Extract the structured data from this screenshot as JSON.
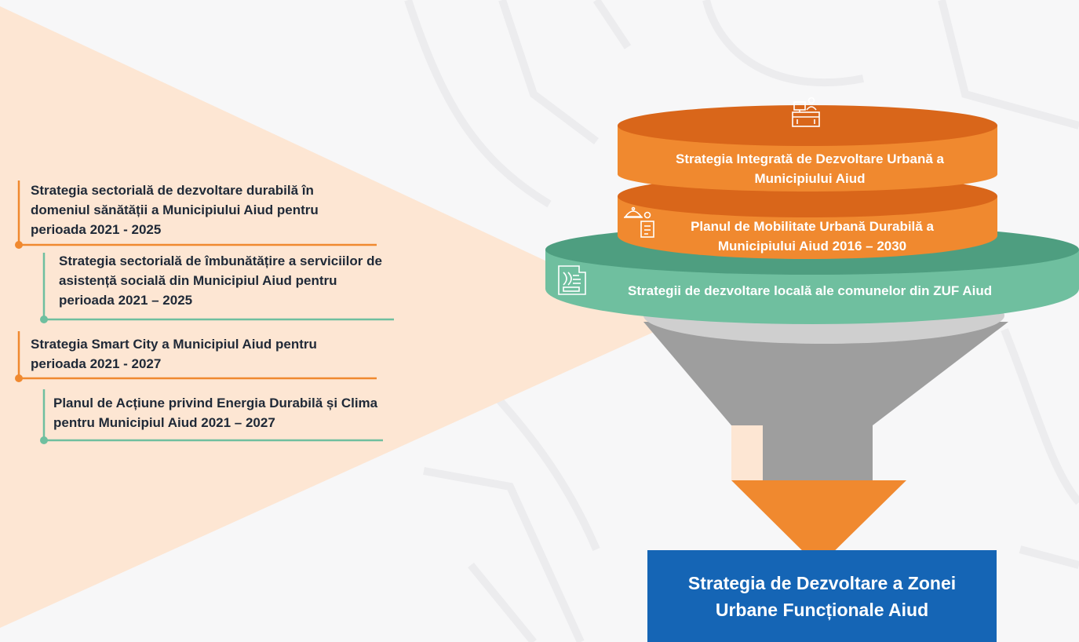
{
  "diagram": {
    "side_list": [
      {
        "text": "Strategia sectorială de dezvoltare durabilă în domeniul sănătății a Municipiului Aiud pentru perioada 2021 - 2025",
        "accent": "#f0892f"
      },
      {
        "text": "Strategia sectorială de îmbunătățire a serviciilor de asistență socială din Municipiul Aiud pentru perioada 2021 – 2025",
        "accent": "#6fbf9f"
      },
      {
        "text": "Strategia Smart City a Municipiul Aiud pentru perioada 2021 - 2027",
        "accent": "#f0892f"
      },
      {
        "text": "Planul de Acțiune privind Energia Durabilă și Clima pentru Municipiul Aiud 2021 – 2027",
        "accent": "#6fbf9f"
      }
    ],
    "funnel_layers": [
      {
        "label": "Strategia Integrată de Dezvoltare Urbană a Municipiului Aiud",
        "icon": "office-desk-icon",
        "color": "#e8772b"
      },
      {
        "label": "Planul de Mobilitate Urbană Durabilă a Municipiului Aiud 2016 – 2030",
        "icon": "service-bell-icon",
        "color": "#f0892f"
      },
      {
        "label": "Strategii de dezvoltare locală ale comunelor din ZUF Aiud",
        "icon": "document-scan-icon",
        "color": "#6fbf9f"
      }
    ],
    "result": {
      "label": "Strategia de Dezvoltare a Zonei Urbane Funcționale Aiud",
      "color": "#1565b5"
    },
    "colors": {
      "orange": "#f0892f",
      "orange_dark": "#d9661a",
      "teal": "#6fbf9f",
      "teal_dark": "#4e9e80",
      "funnel_gray": "#9e9e9e",
      "wedge_peach": "#fde6d3"
    }
  }
}
